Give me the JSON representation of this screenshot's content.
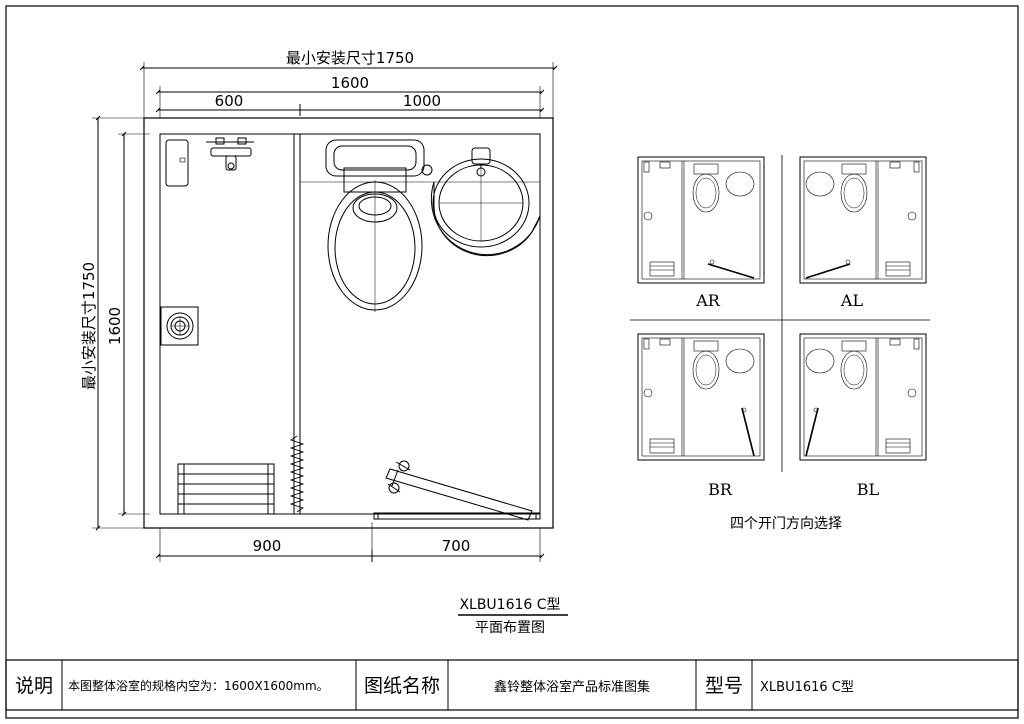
{
  "plan": {
    "min_install_width_label": "最小安装尺寸1750",
    "min_install_height_label": "最小安装尺寸1750",
    "inner_width": "1600",
    "inner_height": "1600",
    "left_zone_width": "600",
    "right_zone_width": "1000",
    "bottom_left_width": "900",
    "bottom_right_width": "700"
  },
  "options": {
    "items": [
      {
        "label": "AR"
      },
      {
        "label": "AL"
      },
      {
        "label": "BR"
      },
      {
        "label": "BL"
      }
    ],
    "caption": "四个开门方向选择"
  },
  "drawing": {
    "model": "XLBU1616 C型",
    "subtitle": "平面布置图"
  },
  "title_block": {
    "note_label": "说明",
    "note_text": "本图整体浴室的规格内空为：1600X1600mm。",
    "name_label": "图纸名称",
    "name_value": "鑫铃整体浴室产品标准图集",
    "model_label": "型号",
    "model_value": "XLBU1616 C型"
  }
}
